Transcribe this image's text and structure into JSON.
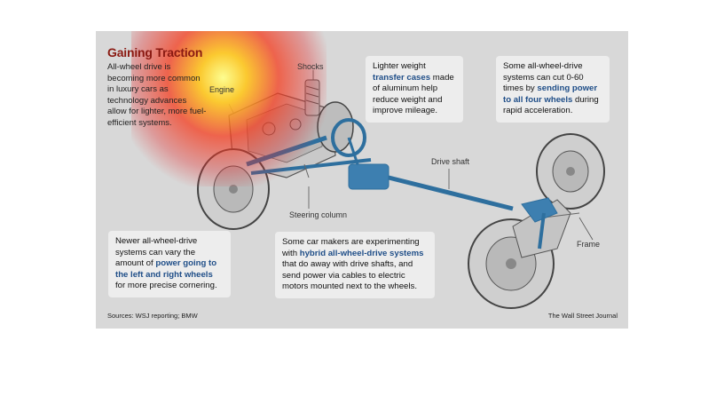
{
  "title": "Gaining Traction",
  "intro": "All-wheel drive is becoming more common in luxury cars as technology advances allow for lighter, more fuel-efficient systems.",
  "labels": {
    "shocks": "Shocks",
    "engine": "Engine",
    "drive_shaft": "Drive shaft",
    "steering_column": "Steering column",
    "frame": "Frame"
  },
  "callout_transfer": {
    "pre": "Lighter weight",
    "hl": "transfer cases",
    "post": "made of aluminum help reduce weight and improve mileage."
  },
  "callout_power": {
    "pre": "Some all-wheel-drive systems can cut 0-60 times by",
    "hl": "sending power to all four wheels",
    "post": "during rapid acceleration."
  },
  "callout_vary": {
    "pre": "Newer all-wheel-drive systems can vary the amount of",
    "hl": "power going to the left and right wheels",
    "post": "for more precise cornering."
  },
  "callout_hybrid": {
    "pre": "Some car makers are experimenting with",
    "hl": "hybrid all-wheel-drive systems",
    "post": "that do away with drive shafts, and send power via cables to electric motors mounted next to the wheels."
  },
  "sources": "Sources: WSJ reporting; BMW",
  "credit": "The Wall Street Journal",
  "colors": {
    "background": "#d8d8d8",
    "title": "#8a1a12",
    "highlight": "#1f4e88",
    "drivetrain": "#2e6f9e",
    "callout_box": "#ededed"
  }
}
